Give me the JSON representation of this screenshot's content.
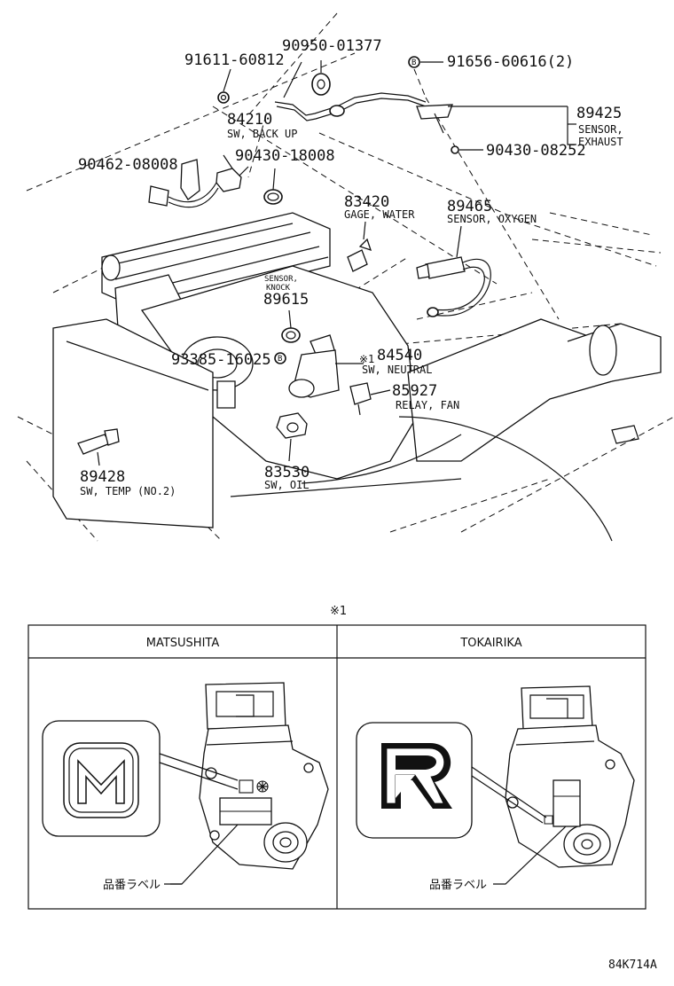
{
  "callouts": {
    "p91611": "91611-60812",
    "p90950": "90950-01377",
    "p91656": "91656-60616(2)",
    "p89425": "89425",
    "p89425_name1": "SENSOR,",
    "p89425_name2": "EXHAUST",
    "p90430a": "90430-08252",
    "p84210": "84210",
    "p84210_name": "SW, BACK UP",
    "p90462": "90462-08008",
    "p90430b": "90430-18008",
    "p83420": "83420",
    "p83420_name": "GAGE, WATER",
    "p89465": "89465",
    "p89465_name": "SENSOR, OXYGEN",
    "p89615_name1": "SENSOR,",
    "p89615_name2": "KNOCK",
    "p89615": "89615",
    "p93385": "93385-16025",
    "p84540_mark": "※1",
    "p84540": "84540",
    "p84540_name": "SW, NEUTRAL",
    "p85927": "85927",
    "p85927_name": "RELAY, FAN",
    "p89428": "89428",
    "p89428_name": "SW, TEMP (NO.2)",
    "p83530": "83530",
    "p83530_name": "SW, OIL"
  },
  "detail_table": {
    "mark": "※1",
    "col1_header": "MATSUSHITA",
    "col2_header": "TOKAIRIKA",
    "label_text": "品番ラベル"
  },
  "footer_code": "84K714A"
}
